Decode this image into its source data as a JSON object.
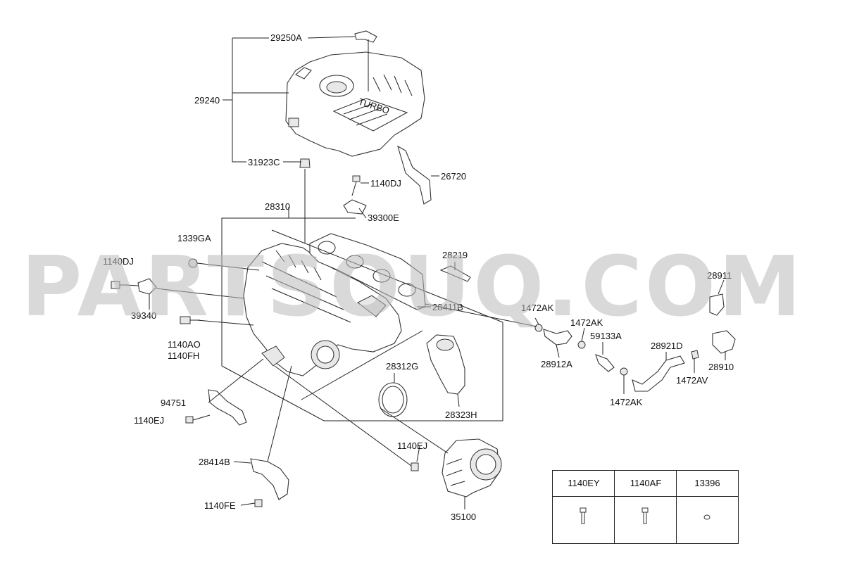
{
  "watermark": "PARTSOUQ.COM",
  "callouts": {
    "c29250A": "29250A",
    "c29240": "29240",
    "c31923C": "31923C",
    "c26720": "26720",
    "c1140DJ_top": "1140DJ",
    "c28310": "28310",
    "c39300E": "39300E",
    "c1339GA": "1339GA",
    "c28219": "28219",
    "c1140DJ_left": "1140DJ",
    "c39340": "39340",
    "c28411B": "28411B",
    "c1472AK_a": "1472AK",
    "c1472AK_b": "1472AK",
    "c28911": "28911",
    "c59133A": "59133A",
    "c28921D": "28921D",
    "c1140AO": "1140AO",
    "c1140FH": "1140FH",
    "c28912A": "28912A",
    "c28910": "28910",
    "c28312G": "28312G",
    "c1472AV": "1472AV",
    "c1472AK_c": "1472AK",
    "c94751": "94751",
    "c28323H": "28323H",
    "c1140EJ_left": "1140EJ",
    "c1140EJ_right": "1140EJ",
    "c28414B": "28414B",
    "c1140FE": "1140FE",
    "c35100": "35100"
  },
  "legend": {
    "col1": "1140EY",
    "col2": "1140AF",
    "col3": "13396"
  },
  "cover_text": "TURBO"
}
